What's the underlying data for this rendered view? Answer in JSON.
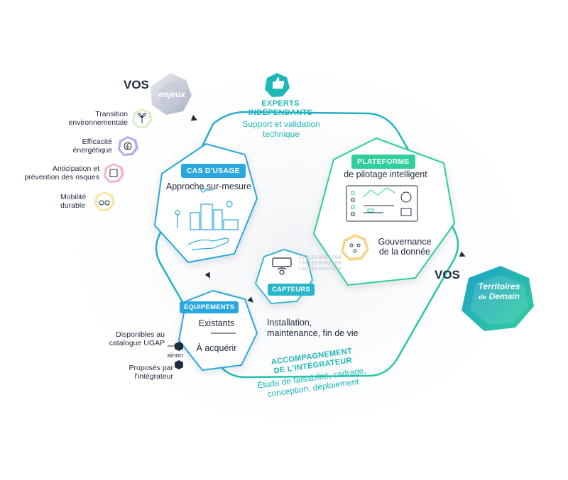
{
  "vos_left": "VOS",
  "enjeux_word": "enjeux",
  "vos_right": "VOS",
  "brand": {
    "line1": "Territoires",
    "line2": "de",
    "line3": "Demain"
  },
  "enjeux_items": [
    {
      "label": "Transition\nenvironnementale",
      "icon": "plant-icon",
      "color": "#d9f1c9"
    },
    {
      "label": "Efficacité\nénergétique",
      "icon": "energy-icon",
      "color": "#b9a7f0"
    },
    {
      "label": "Anticipation et\nprévention des risques",
      "icon": "risk-icon",
      "color": "#f6b3d0"
    },
    {
      "label": "Mobilité\ndurable",
      "icon": "bike-icon",
      "color": "#f6e7a8"
    }
  ],
  "experts": {
    "title": "EXPERTS\nINDÉPENDANTS",
    "subtitle": "Support et validation\ntechnique"
  },
  "cas_usage": {
    "chip": "CAS D'USAGE",
    "text": "Approche sur-mesure"
  },
  "plateforme": {
    "chip": "PLATEFORME",
    "text": "de pilotage intelligent",
    "gouvernance": "Gouvernance\nde la donnée"
  },
  "capteurs": {
    "chip": "CAPTEURS",
    "binary": "1001010001000"
  },
  "equipements": {
    "chip": "ÉQUIPEMENTS",
    "existants": "Existants",
    "acquerir": "À acquérir"
  },
  "installation": "Installation,\nmaintenance, fin de vie",
  "catalogue": {
    "disponibles": "Disponibles au\ncatalogue UGAP",
    "sinon": "sinon",
    "proposes": "Proposés par\nl'intégrateur"
  },
  "integrateur": {
    "title": "ACCOMPAGNEMENT\nDE L'INTÉGRATEUR",
    "subtitle": "Étude de faisabilité, cadrage,\nconception, déploiement"
  },
  "colors": {
    "teal": "#1cb8b6",
    "blue": "#2aa7dd",
    "green": "#2ecf9a",
    "navy": "#1f2a3c"
  }
}
